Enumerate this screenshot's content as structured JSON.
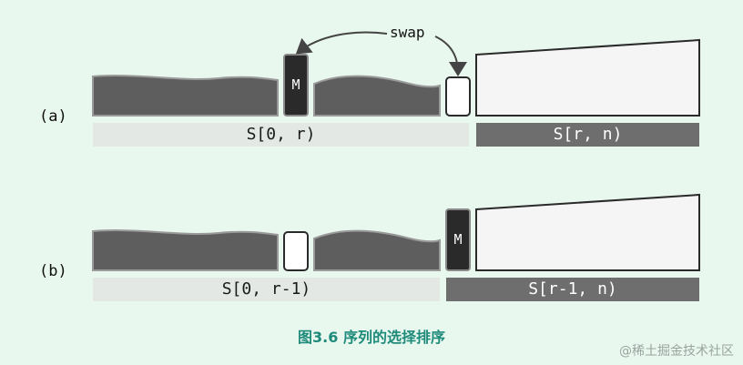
{
  "row_a": {
    "label": "(a)",
    "max_block": "M",
    "swap_label": "swap",
    "range_left": "S[0, r)",
    "range_right": "S[r, n)"
  },
  "row_b": {
    "label": "(b)",
    "max_block": "M",
    "range_left": "S[0, r-1)",
    "range_right": "S[r-1, n)"
  },
  "caption": "图3.6  序列的选择排序",
  "watermark": "@稀土掘金技术社区",
  "colors": {
    "background": "#e8f8ef",
    "unsorted_fill": "#5e5e5e",
    "max_block_fill": "#2a2a2a",
    "sorted_fill": "#f5f5f5",
    "caption": "#1e8a7a"
  }
}
